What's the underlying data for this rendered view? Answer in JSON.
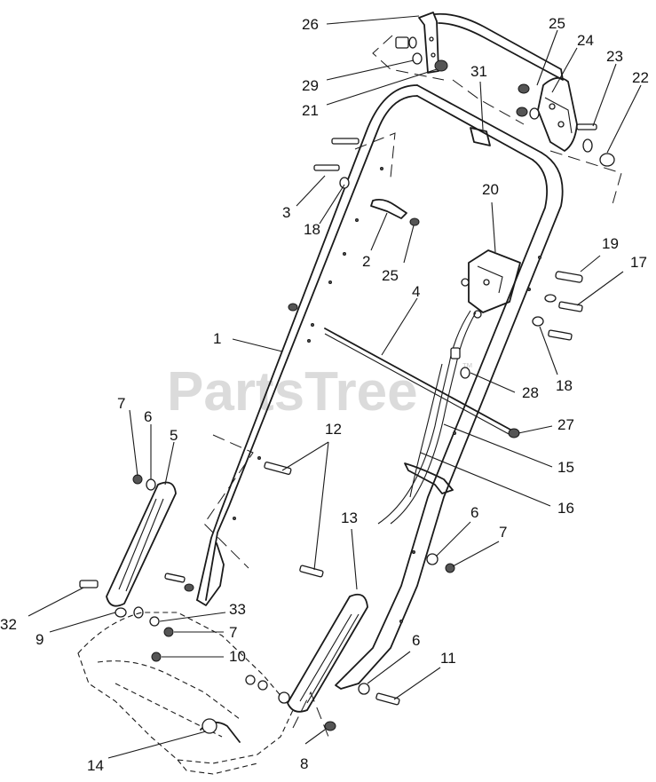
{
  "watermark": {
    "text": "PartsTree",
    "trademark": "™"
  },
  "callouts": [
    {
      "id": "c26",
      "text": "26"
    },
    {
      "id": "c25a",
      "text": "25"
    },
    {
      "id": "c24",
      "text": "24"
    },
    {
      "id": "c23",
      "text": "23"
    },
    {
      "id": "c22",
      "text": "22"
    },
    {
      "id": "c29",
      "text": "29"
    },
    {
      "id": "c21",
      "text": "21"
    },
    {
      "id": "c31",
      "text": "31"
    },
    {
      "id": "c3",
      "text": "3"
    },
    {
      "id": "c18a",
      "text": "18"
    },
    {
      "id": "c2",
      "text": "2"
    },
    {
      "id": "c25b",
      "text": "25"
    },
    {
      "id": "c20",
      "text": "20"
    },
    {
      "id": "c19",
      "text": "19"
    },
    {
      "id": "c17",
      "text": "17"
    },
    {
      "id": "c4",
      "text": "4"
    },
    {
      "id": "c1",
      "text": "1"
    },
    {
      "id": "c18b",
      "text": "18"
    },
    {
      "id": "c28",
      "text": "28"
    },
    {
      "id": "c7a",
      "text": "7"
    },
    {
      "id": "c6a",
      "text": "6"
    },
    {
      "id": "c5",
      "text": "5"
    },
    {
      "id": "c12",
      "text": "12"
    },
    {
      "id": "c27",
      "text": "27"
    },
    {
      "id": "c15",
      "text": "15"
    },
    {
      "id": "c16",
      "text": "16"
    },
    {
      "id": "c13",
      "text": "13"
    },
    {
      "id": "c6b",
      "text": "6"
    },
    {
      "id": "c7b",
      "text": "7"
    },
    {
      "id": "c33",
      "text": "33"
    },
    {
      "id": "c32",
      "text": "32"
    },
    {
      "id": "c9",
      "text": "9"
    },
    {
      "id": "c7c",
      "text": "7"
    },
    {
      "id": "c10",
      "text": "10"
    },
    {
      "id": "c6c",
      "text": "6"
    },
    {
      "id": "c11",
      "text": "11"
    },
    {
      "id": "c14",
      "text": "14"
    },
    {
      "id": "c8",
      "text": "8"
    }
  ]
}
